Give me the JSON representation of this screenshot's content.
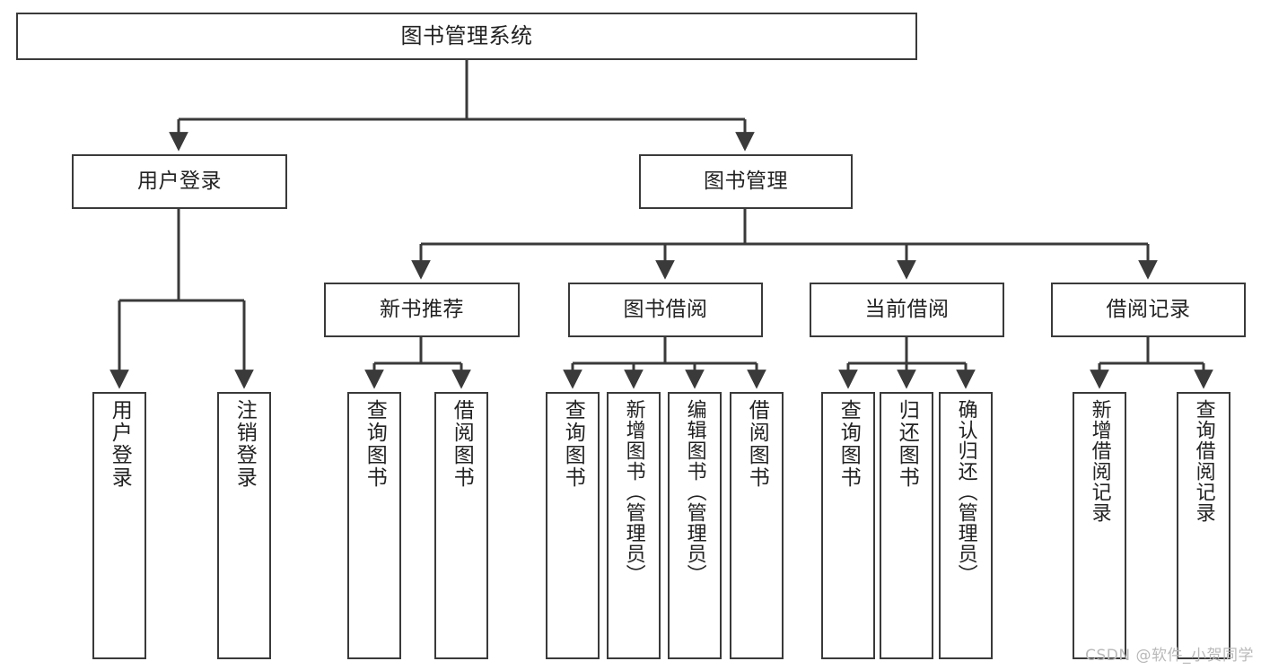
{
  "diagram": {
    "title": "图书管理系统",
    "type": "tree-hierarchy-chart",
    "line_color": "#3a3a3a",
    "box_fill": "#ffffff",
    "background": "#ffffff",
    "watermark": "CSDN @软件_小贺同学"
  },
  "nodes": {
    "root": {
      "label": "图书管理系统"
    },
    "level2": [
      {
        "id": "user-login",
        "label": "用户登录"
      },
      {
        "id": "book-manage",
        "label": "图书管理"
      }
    ],
    "level3": [
      {
        "id": "new-book-recommend",
        "label": "新书推荐"
      },
      {
        "id": "book-borrow",
        "label": "图书借阅"
      },
      {
        "id": "current-borrow",
        "label": "当前借阅"
      },
      {
        "id": "borrow-record",
        "label": "借阅记录"
      }
    ],
    "leaves": {
      "user-login": [
        {
          "id": "leaf-user-login",
          "label": "用户登录"
        },
        {
          "id": "leaf-logout",
          "label": "注销登录"
        }
      ],
      "new-book-recommend": [
        {
          "id": "leaf-query-book-1",
          "label": "查询图书"
        },
        {
          "id": "leaf-borrow-book-1",
          "label": "借阅图书"
        }
      ],
      "book-borrow": [
        {
          "id": "leaf-query-book-2",
          "label": "查询图书"
        },
        {
          "id": "leaf-add-book",
          "label": "新增图书（管理员）"
        },
        {
          "id": "leaf-edit-book",
          "label": "编辑图书（管理员）"
        },
        {
          "id": "leaf-borrow-book-2",
          "label": "借阅图书"
        }
      ],
      "current-borrow": [
        {
          "id": "leaf-query-book-3",
          "label": "查询图书"
        },
        {
          "id": "leaf-return-book",
          "label": "归还图书"
        },
        {
          "id": "leaf-confirm-return",
          "label": "确认归还（管理员）"
        }
      ],
      "borrow-record": [
        {
          "id": "leaf-add-record",
          "label": "新增借阅记录"
        },
        {
          "id": "leaf-query-record",
          "label": "查询借阅记录"
        }
      ]
    }
  }
}
